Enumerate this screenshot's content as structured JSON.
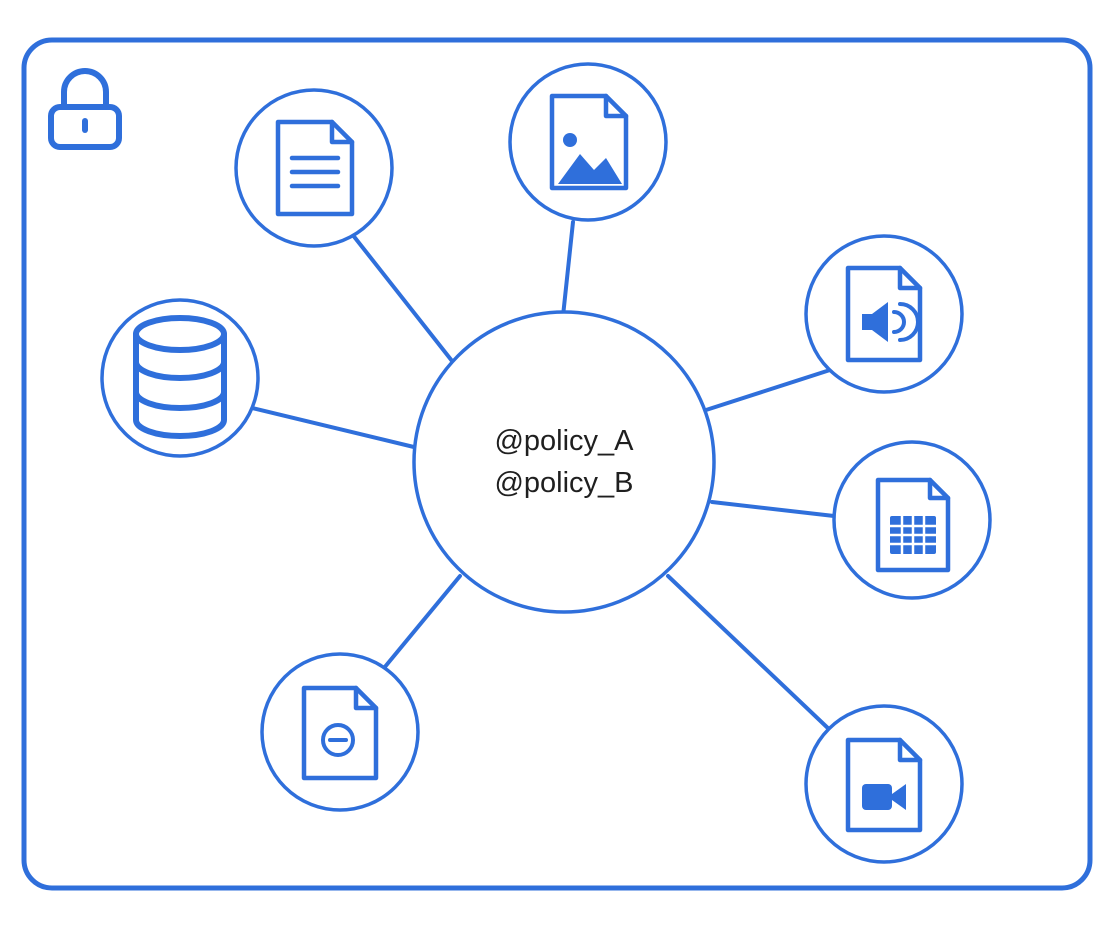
{
  "accent_color": "#2f6fdb",
  "frame_icon": "lock-icon",
  "hub": {
    "lines": [
      "@policy_A",
      "@policy_B"
    ]
  },
  "nodes": [
    {
      "id": "database",
      "icon": "database-icon"
    },
    {
      "id": "document",
      "icon": "document-text-icon"
    },
    {
      "id": "image",
      "icon": "image-file-icon"
    },
    {
      "id": "audio",
      "icon": "audio-file-icon"
    },
    {
      "id": "spreadsheet",
      "icon": "spreadsheet-file-icon"
    },
    {
      "id": "video",
      "icon": "video-file-icon"
    },
    {
      "id": "restricted",
      "icon": "blocked-file-icon"
    }
  ]
}
